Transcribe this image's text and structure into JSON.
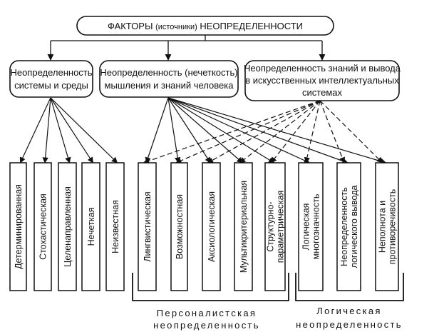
{
  "root": {
    "label_main": "ФАКТОРЫ ",
    "label_paren": "(источники)",
    "label_tail": " НЕОПРЕДЕЛЕННОСТИ"
  },
  "categories": [
    {
      "id": "system",
      "lines": [
        "Неопределенность",
        "системы и среды"
      ]
    },
    {
      "id": "human",
      "lines": [
        "Неопределенность (нечеткость)",
        "мышления и знаний человека"
      ]
    },
    {
      "id": "ai",
      "lines": [
        "Неопределенность знаний и вывода",
        "в искусственных интеллектуальных",
        "системах"
      ]
    }
  ],
  "leaves": [
    {
      "lines": [
        "Детерминированная"
      ]
    },
    {
      "lines": [
        "Стохастическая"
      ]
    },
    {
      "lines": [
        "Целенаправленная"
      ]
    },
    {
      "lines": [
        "Нечеткая"
      ]
    },
    {
      "lines": [
        "Неизвестная"
      ]
    },
    {
      "lines": [
        "Лингвистическая"
      ]
    },
    {
      "lines": [
        "Возможностная"
      ]
    },
    {
      "lines": [
        "Аксиологическая"
      ]
    },
    {
      "lines": [
        "Мультикритериальная"
      ]
    },
    {
      "lines": [
        "Структурно-",
        "параметрическая"
      ]
    },
    {
      "lines": [
        "Логическая",
        "многозначность"
      ]
    },
    {
      "lines": [
        "Неопределенность",
        "логического вывода"
      ]
    },
    {
      "lines": [
        "Неполнота и",
        "противоречивость"
      ]
    }
  ],
  "connections": {
    "system_to": [
      0,
      1,
      2,
      3,
      4
    ],
    "human_to": [
      5,
      6,
      7,
      8,
      9,
      10,
      11,
      12
    ],
    "ai_dashed_to": [
      5,
      6,
      7,
      8,
      9,
      10,
      11,
      12
    ]
  },
  "groups": [
    {
      "id": "personalist",
      "lines": [
        "Персоналистская",
        "неопределенность"
      ]
    },
    {
      "id": "logical",
      "lines": [
        "Логическая",
        "неопределенность"
      ]
    }
  ]
}
